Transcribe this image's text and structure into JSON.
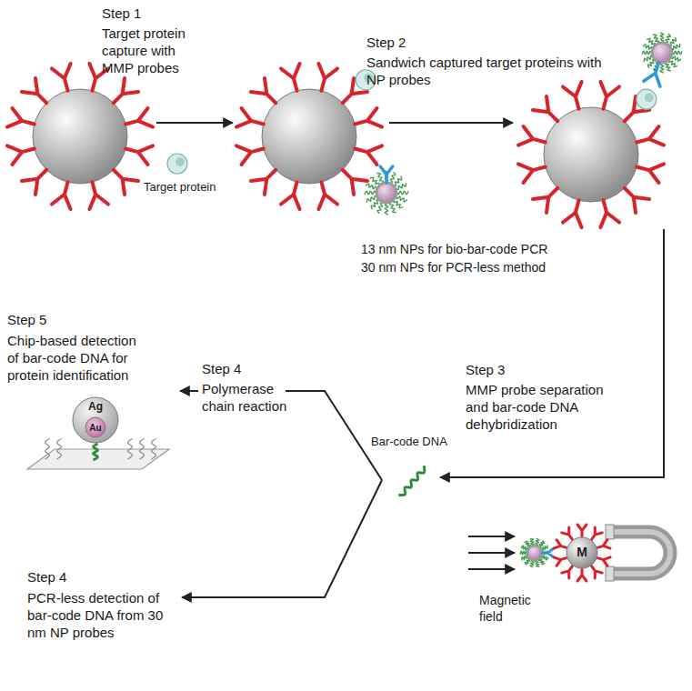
{
  "diagram": {
    "nodes": [
      {
        "text": [
          "Ag"
        ]
      },
      {
        "text": [
          "Au"
        ],
        "in": 0
      },
      {
        "text": [
          "M"
        ]
      }
    ],
    "labels": [
      "Step 1",
      "Target protein capture with MMP probes",
      "Target protein",
      "Step 2",
      "Sandwich captured target proteins with NP probes",
      "13 nm NPs for bio-bar-code PCR",
      "30 nm NPs for PCR-less method",
      "Step 5",
      "Chip-based detection of bar-code DNA for protein identification",
      "Step 4",
      "Polymerase chain reaction",
      "Step 3",
      "MMP probe separation and bar-code DNA dehybridization",
      "Bar-code DNA",
      "Step 4",
      "PCR-less detection of bar-code DNA from 30 nm NP probes",
      "Magnetic field"
    ]
  }
}
